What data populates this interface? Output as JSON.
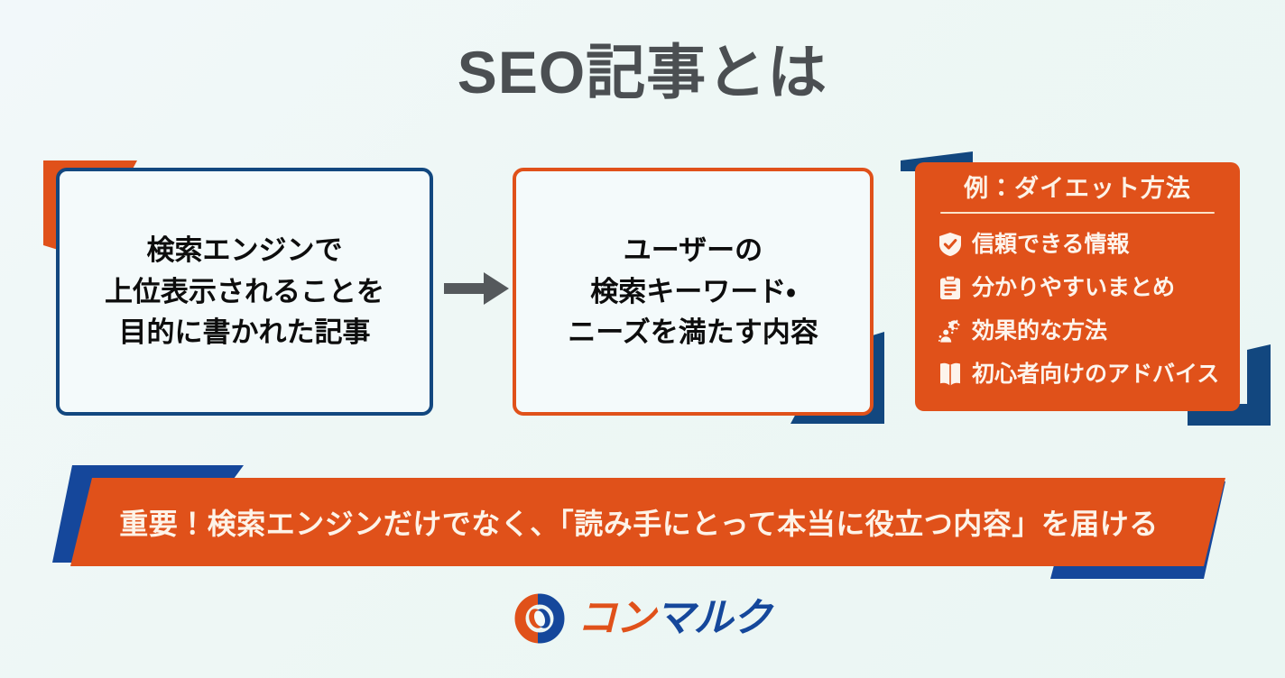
{
  "title": "SEO記事とは",
  "colors": {
    "background": "#eef6f6",
    "navy": "#12477f",
    "navy_deep": "#15479b",
    "orange": "#e0511a",
    "title_gray": "#4b4f52",
    "cream": "#fdf3e8",
    "card_bg": "#f4fafb"
  },
  "flow": {
    "box1": {
      "lines": [
        "検索エンジンで",
        "上位表示されることを",
        "目的に書かれた記事"
      ],
      "border_color": "#12477f",
      "accent_color": "#e0511a",
      "accent_position": "top-left"
    },
    "arrow": {
      "icon": "arrow-right-icon",
      "color": "#55595c"
    },
    "box2": {
      "lines": [
        "ユーザーの",
        "検索キーワード・",
        "ニーズを満たす内容"
      ],
      "border_color": "#e0511a",
      "accent_color": "#12477f",
      "accent_position": "bottom-right"
    }
  },
  "example_panel": {
    "heading": "例：ダイエット方法",
    "background_color": "#e0511a",
    "accent_color": "#12477f",
    "items": [
      {
        "icon": "shield-check-icon",
        "label": "信頼できる情報"
      },
      {
        "icon": "clipboard-icon",
        "label": "分かりやすいまとめ"
      },
      {
        "icon": "gears-person-icon",
        "label": "効果的な方法"
      },
      {
        "icon": "open-book-icon",
        "label": "初心者向けのアドバイス"
      }
    ]
  },
  "banner": {
    "text": "重要！検索エンジンだけでなく、「読み手にとって本当に役立つ内容」を届ける",
    "background_color": "#e0511a",
    "accent_color": "#15479b"
  },
  "logo": {
    "mark": "conmarc-ring-icon",
    "text_part1": "コン",
    "text_part2": "マルク",
    "part1_color": "#e0511a",
    "part2_color": "#15479b"
  }
}
